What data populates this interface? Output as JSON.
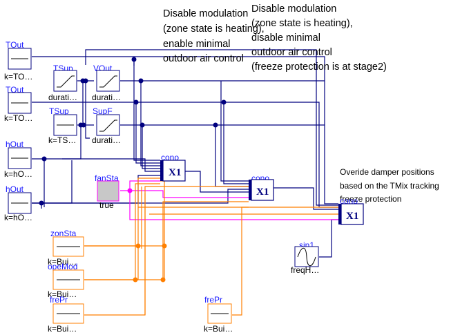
{
  "notes": {
    "disable_modulation_heating": [
      "Disable modulation",
      "(zone state is heating),",
      "enable minimal",
      "outdoor air control"
    ],
    "disable_modulation_freeze": [
      "Disable modulation",
      "(zone state is heating),",
      "disable minimal",
      "outdoor air control",
      "(freeze protection is at stage2)"
    ],
    "override_damper": [
      "Overide damper positions",
      "based on the TMix tracking",
      "freeze protection"
    ]
  },
  "blocks": {
    "tout1": {
      "name": "TOut",
      "param": "k=TO…"
    },
    "tout2": {
      "name": "TOut",
      "param": "k=TO…"
    },
    "tsup1": {
      "name": "TSup",
      "param": "durati…"
    },
    "vout": {
      "name": "VOut",
      "param": "durati…"
    },
    "tsup2": {
      "name": "TSup",
      "param": "k=TS…"
    },
    "supf": {
      "name": "SupF",
      "param": "durati…"
    },
    "hout1": {
      "name": "hOut",
      "param": "k=hO…"
    },
    "hout2": {
      "name": "hOut",
      "param": "k=hO…"
    },
    "fansta": {
      "name": "fanSta",
      "param": "true"
    },
    "cono1": {
      "name": "cono",
      "symbol": "X1"
    },
    "cono2": {
      "name": "cono",
      "symbol": "X1"
    },
    "cono3": {
      "name": "cono",
      "symbol": "X1"
    },
    "zonsta": {
      "name": "zonSta",
      "param": "k=Bui…"
    },
    "opemod": {
      "name": "opeMod",
      "param": "k=Bui…"
    },
    "frepr1": {
      "name": "frePr",
      "param": "k=Bui…"
    },
    "frepr2": {
      "name": "frePr",
      "param": "k=Bui…"
    },
    "sin1": {
      "name": "sin1",
      "param": "freqH…"
    }
  },
  "colors": {
    "real_signal": "#00007f",
    "boolean_signal": "#ff00ff",
    "integer_signal": "#ff7f00",
    "block_name": "#1a1aff"
  }
}
